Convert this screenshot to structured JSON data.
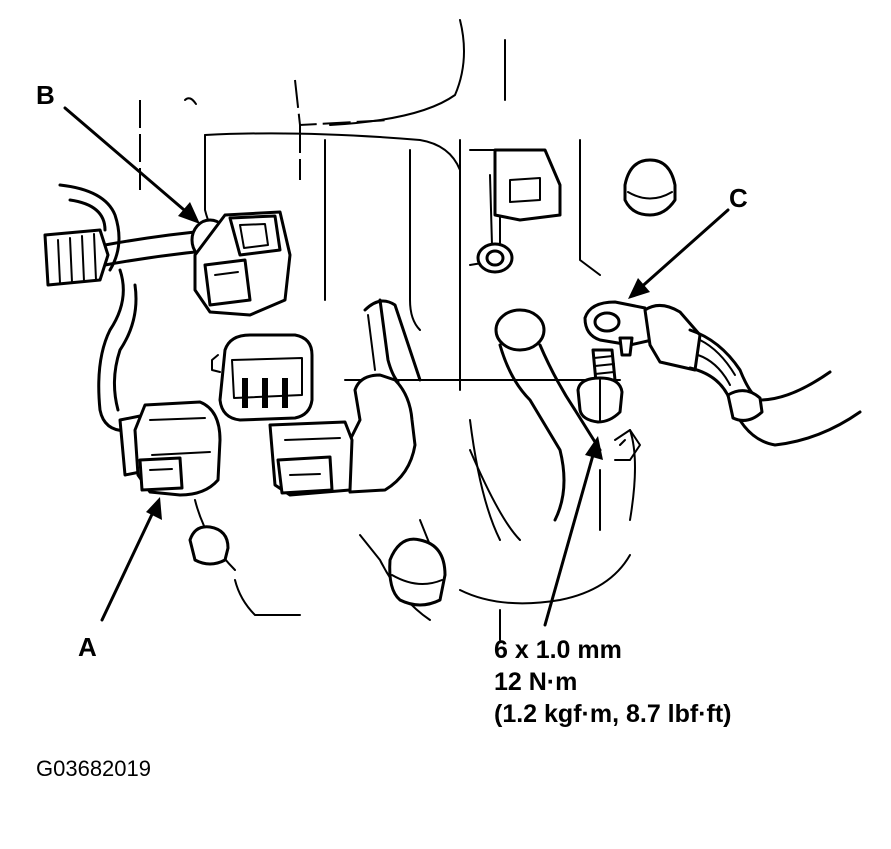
{
  "callouts": {
    "a": "A",
    "b": "B",
    "c": "C"
  },
  "spec": {
    "bolt_size": "6 x 1.0 mm",
    "torque_nm": "12 N·m",
    "torque_alt": "(1.2 kgf·m, 8.7 lbf·ft)"
  },
  "figure_code": "G03682019"
}
